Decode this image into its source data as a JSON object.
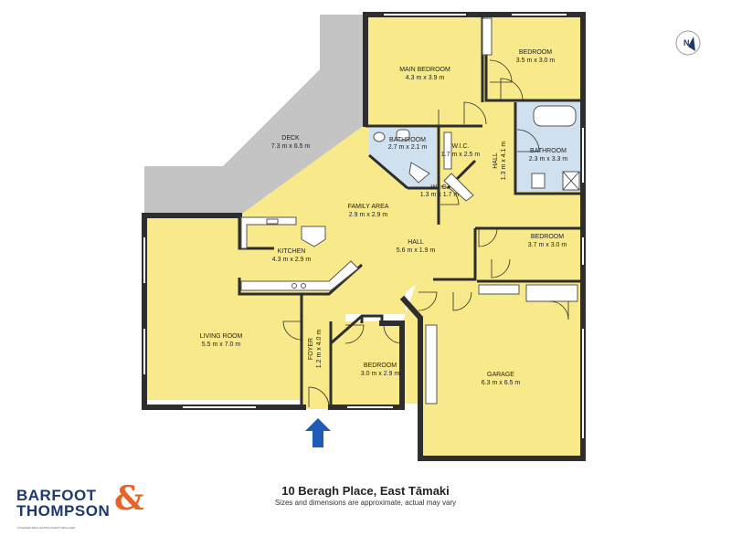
{
  "colors": {
    "room": "#f8e98a",
    "wet": "#cfe0ee",
    "deck": "#c4c4c4",
    "wall": "#2e2e2e",
    "brand_navy": "#1d3a6d",
    "brand_orange": "#e8632a",
    "entry_arrow": "#1f5bb8"
  },
  "icons": {
    "compass": "north-compass-icon",
    "entry": "entry-arrow-icon"
  },
  "compass_label": "N",
  "rooms": {
    "deck": {
      "name": "DECK",
      "dims": "7.3 m x 6.5 m"
    },
    "main_bedroom": {
      "name": "MAIN BEDROOM",
      "dims": "4.3 m x 3.9 m"
    },
    "bedroom_ne": {
      "name": "BEDROOM",
      "dims": "3.5 m x 3.0 m"
    },
    "bathroom_ensuite": {
      "name": "BATHROOM",
      "dims": "2.7 m x 2.1 m"
    },
    "wic_1": {
      "name": "W.I.C.",
      "dims": "1.7 m x 2.5 m"
    },
    "wic_2": {
      "name": "W.I.C.",
      "dims": "1.3 m x 1.7 m"
    },
    "hall_vertical": {
      "name": "HALL",
      "dims": "1.3 m x 4.1 m"
    },
    "bathroom_main": {
      "name": "BATHROOM",
      "dims": "2.3 m x 3.3 m"
    },
    "family_area": {
      "name": "FAMILY AREA",
      "dims": "2.9 m x 2.9 m"
    },
    "hall": {
      "name": "HALL",
      "dims": "5.6 m x 1.9 m"
    },
    "kitchen": {
      "name": "KITCHEN",
      "dims": "4.3 m x 2.9 m"
    },
    "bedroom_east": {
      "name": "BEDROOM",
      "dims": "3.7 m x 3.0 m"
    },
    "living_room": {
      "name": "LIVING ROOM",
      "dims": "5.5 m x 7.0 m"
    },
    "foyer": {
      "name": "FOYER",
      "dims": "1.2 m x 4.0 m"
    },
    "bedroom_south": {
      "name": "BEDROOM",
      "dims": "3.0 m x 2.9 m"
    },
    "garage": {
      "name": "GARAGE",
      "dims": "6.3 m x 6.5 m"
    }
  },
  "footer": {
    "brand_line1": "BARFOOT",
    "brand_line2": "THOMPSON",
    "brand_amp": "&",
    "brand_tagline": "LICENSED REAL ESTATE AGENT REAA 2008",
    "address": "10 Beragh Place, East Tāmaki",
    "disclaimer": "Sizes and dimensions are approximate, actual may vary"
  }
}
